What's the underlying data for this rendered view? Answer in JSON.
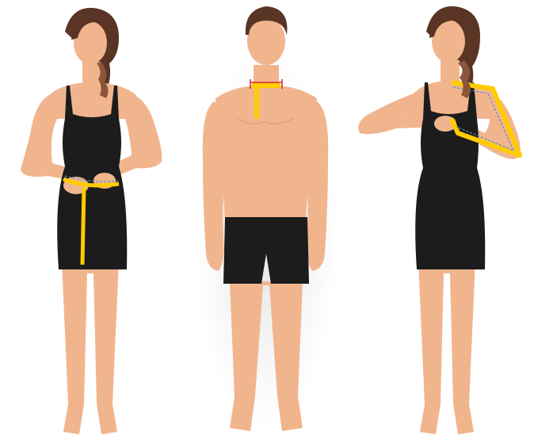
{
  "figures": [
    {
      "id": "woman-waist",
      "subject": "waist-measurement"
    },
    {
      "id": "man-neck",
      "subject": "neck-measurement"
    },
    {
      "id": "woman-arm",
      "subject": "arm-length-measurement"
    }
  ],
  "colors": {
    "skin": "#f1b58e",
    "skin_shadow": "#e49f77",
    "hair": "#5a3424",
    "hair_highlight": "#8a5538",
    "garment": "#1c1c1c",
    "tape": "#ffcc00",
    "tape_edge": "#f0b400",
    "guide_blue": "#5a8fb8",
    "neck_red": "#d9262c"
  },
  "icons": [
    "measuring-tape-icon",
    "measurement-guide-line"
  ]
}
